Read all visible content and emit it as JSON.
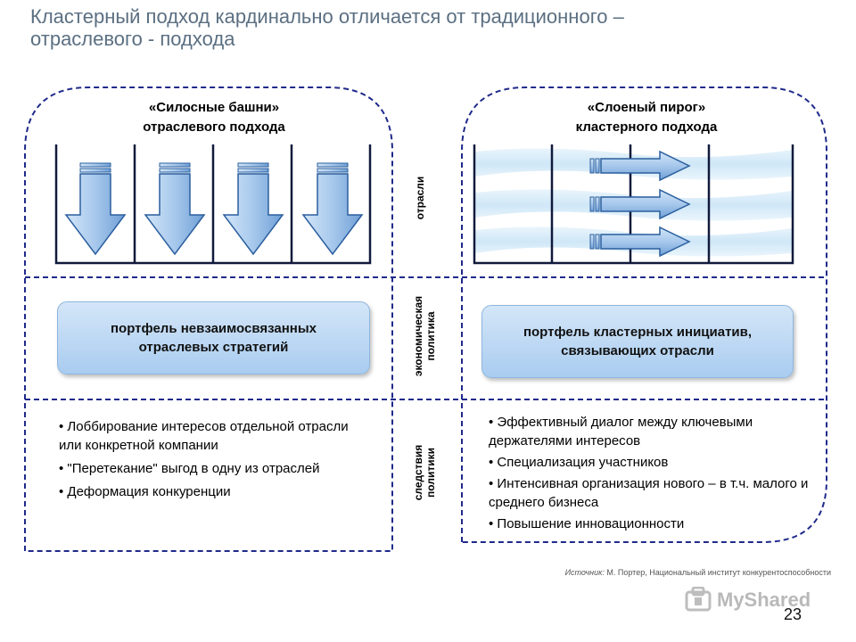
{
  "title": {
    "line1": "Кластерный подход кардинально отличается от традиционного –",
    "line2": "отраслевого - подхода"
  },
  "left_panel": {
    "heading_line1": "«Силосные башни»",
    "heading_line2": "отраслевого подхода",
    "portfolio_line1": "портфель невзаимосвязанных",
    "portfolio_line2": "отраслевых стратегий",
    "bullets": [
      "• Лоббирование интересов отдельной отрасли или конкретной компании",
      "• \"Перетекание\" выгод в одну из отраслей",
      "• Деформация конкуренции"
    ]
  },
  "right_panel": {
    "heading_line1": "«Слоеный пирог»",
    "heading_line2": "кластерного подхода",
    "portfolio_line1": "портфель кластерных инициатив,",
    "portfolio_line2": "связывающих отрасли",
    "bullets": [
      "• Эффективный диалог между ключевыми держателями интересов",
      "• Специализация участников",
      "• Интенсивная организация нового – в т.ч. малого и среднего бизнеса",
      "• Повышение инновационности"
    ]
  },
  "row_labels": {
    "industries": "отрасли",
    "econ_line1": "экономическая",
    "econ_line2": "политика",
    "cons_line1": "следствия",
    "cons_line2": "политики"
  },
  "source": {
    "label": "Источник:",
    "text": " М. Портер, Национальный институт конкурентоспособности"
  },
  "page_number": "23",
  "watermark": "MyShared",
  "colors": {
    "title": "#5b6f82",
    "frame": "#1f2a8a",
    "arrow_fill": "#a9c9ec",
    "arrow_stroke": "#2b5f9e",
    "portfolio_fill": "#bcd8f4"
  }
}
